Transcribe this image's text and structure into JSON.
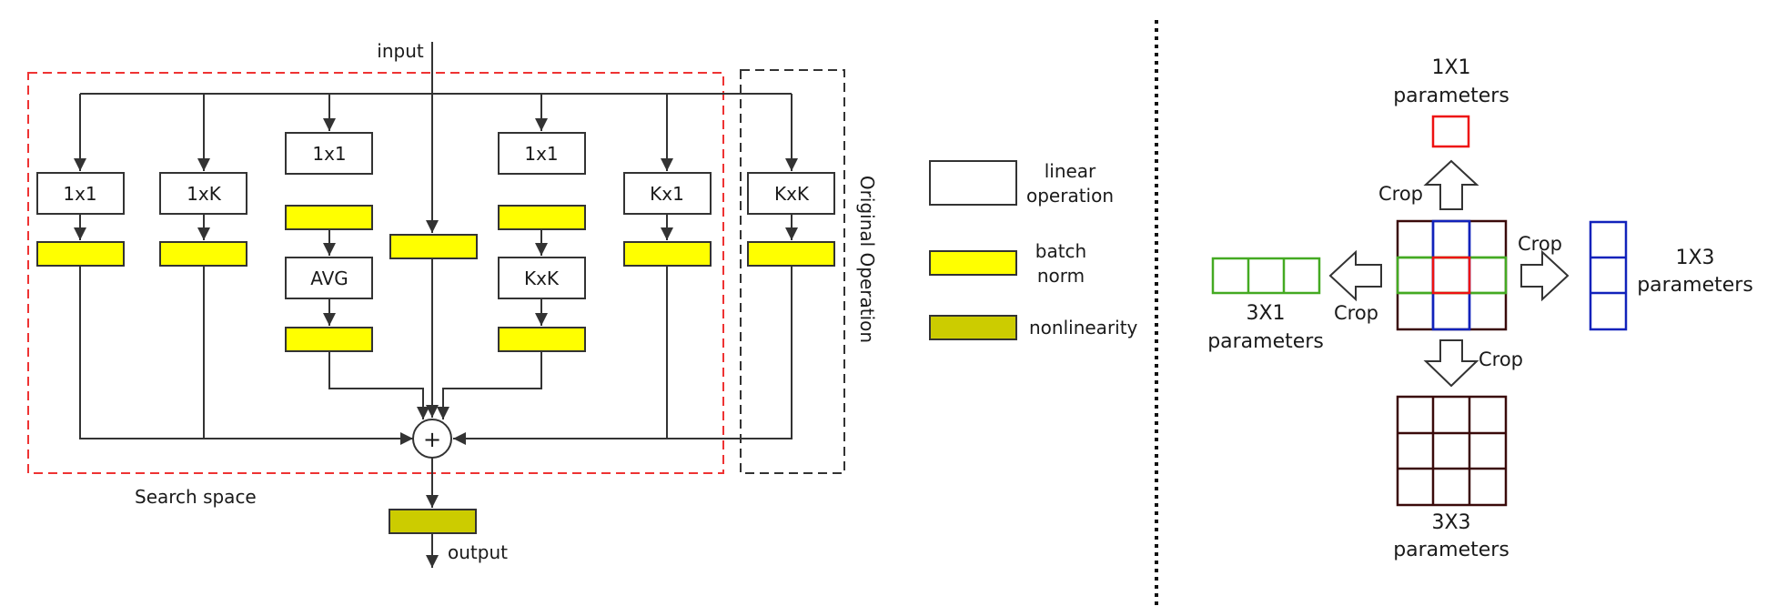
{
  "colors": {
    "batch_norm": "#ffff00",
    "nonlinearity": "#cccc00",
    "search_space_border": "#ee3333",
    "original_border": "#333333",
    "crop_center": "#ee1111",
    "horizontal_kernel": "#44aa22",
    "vertical_kernel": "#1122bb",
    "full_kernel": "#3a0a0a"
  },
  "left": {
    "input_label": "input",
    "output_label": "output",
    "search_space_label": "Search space",
    "original_operation_label": "Original Operation",
    "branches": {
      "b1": "1x1",
      "b2": "1xK",
      "b3_top": "1x1",
      "b3_pool": "AVG",
      "b5_top": "1x1",
      "b5_conv": "KxK",
      "b6": "Kx1",
      "b7": "KxK"
    },
    "sum_symbol": "+"
  },
  "legend": {
    "linear_line1": "linear",
    "linear_line2": "operation",
    "bn_line1": "batch",
    "bn_line2": "norm",
    "nonlinearity": "nonlinearity"
  },
  "right": {
    "crop_top": "Crop",
    "crop_left": "Crop",
    "crop_right": "Crop",
    "crop_bottom": "Crop",
    "top_title1": "1X1",
    "top_title2": "parameters",
    "left_title1": "3X1",
    "left_title2": "parameters",
    "right_title1": "1X3",
    "right_title2": "parameters",
    "bottom_title1": "3X3",
    "bottom_title2": "parameters"
  }
}
